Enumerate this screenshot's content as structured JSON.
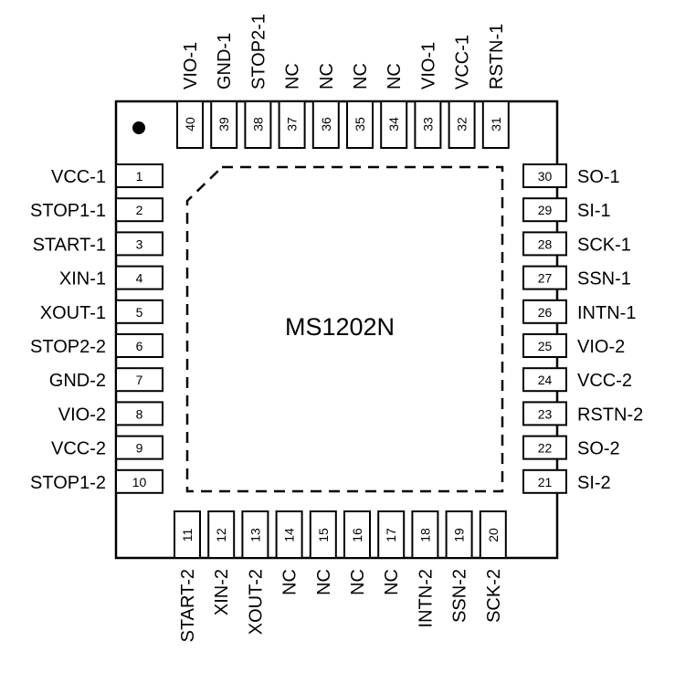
{
  "chip": {
    "name": "MS1202N",
    "body_color": "#ffffff",
    "outline_color": "#000000"
  },
  "pins": {
    "left": [
      {
        "number": "1",
        "name": "VCC-1"
      },
      {
        "number": "2",
        "name": "STOP1-1"
      },
      {
        "number": "3",
        "name": "START-1"
      },
      {
        "number": "4",
        "name": "XIN-1"
      },
      {
        "number": "5",
        "name": "XOUT-1"
      },
      {
        "number": "6",
        "name": "STOP2-2"
      },
      {
        "number": "7",
        "name": "GND-2"
      },
      {
        "number": "8",
        "name": "VIO-2"
      },
      {
        "number": "9",
        "name": "VCC-2"
      },
      {
        "number": "10",
        "name": "STOP1-2"
      }
    ],
    "bottom": [
      {
        "number": "11",
        "name": "START-2"
      },
      {
        "number": "12",
        "name": "XIN-2"
      },
      {
        "number": "13",
        "name": "XOUT-2"
      },
      {
        "number": "14",
        "name": "NC"
      },
      {
        "number": "15",
        "name": "NC"
      },
      {
        "number": "16",
        "name": "NC"
      },
      {
        "number": "17",
        "name": "NC"
      },
      {
        "number": "18",
        "name": "INTN-2"
      },
      {
        "number": "19",
        "name": "SSN-2"
      },
      {
        "number": "20",
        "name": "SCK-2"
      }
    ],
    "right": [
      {
        "number": "30",
        "name": "SO-1"
      },
      {
        "number": "29",
        "name": "SI-1"
      },
      {
        "number": "28",
        "name": "SCK-1"
      },
      {
        "number": "27",
        "name": "SSN-1"
      },
      {
        "number": "26",
        "name": "INTN-1"
      },
      {
        "number": "25",
        "name": "VIO-2"
      },
      {
        "number": "24",
        "name": "VCC-2"
      },
      {
        "number": "23",
        "name": "RSTN-2"
      },
      {
        "number": "22",
        "name": "SO-2"
      },
      {
        "number": "21",
        "name": "SI-2"
      }
    ],
    "top": [
      {
        "number": "40",
        "name": "VIO-1"
      },
      {
        "number": "39",
        "name": "GND-1"
      },
      {
        "number": "38",
        "name": "STOP2-1"
      },
      {
        "number": "37",
        "name": "NC"
      },
      {
        "number": "36",
        "name": "NC"
      },
      {
        "number": "35",
        "name": "NC"
      },
      {
        "number": "34",
        "name": "NC"
      },
      {
        "number": "33",
        "name": "VIO-1"
      },
      {
        "number": "32",
        "name": "VCC-1"
      },
      {
        "number": "31",
        "name": "RSTN-1"
      }
    ]
  }
}
